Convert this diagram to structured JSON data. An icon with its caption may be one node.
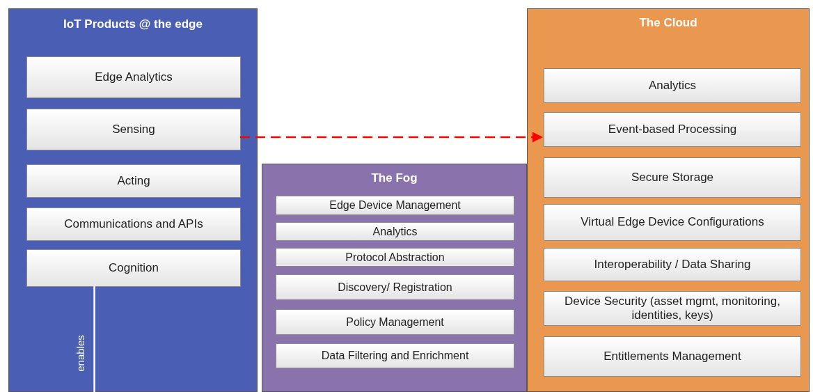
{
  "diagram": {
    "nodes": [
      {
        "text": [
          "IoT Products @ the edge"
        ]
      },
      {
        "text": [
          "Edge Analytics"
        ],
        "in": 0
      },
      {
        "text": [
          "Sensing"
        ],
        "in": 0
      },
      {
        "text": [
          "Acting"
        ],
        "in": 0
      },
      {
        "text": [
          "Communications and APIs"
        ],
        "in": 0
      },
      {
        "text": [
          "Cognition"
        ],
        "in": 0
      },
      {
        "text": [
          "The Fog"
        ]
      },
      {
        "text": [
          "Edge Device Management"
        ],
        "in": 6
      },
      {
        "text": [
          "Analytics"
        ],
        "in": 6
      },
      {
        "text": [
          "Protocol Abstraction"
        ],
        "in": 6
      },
      {
        "text": [
          "Discovery/ Registration"
        ],
        "in": 6
      },
      {
        "text": [
          "Policy Management"
        ],
        "in": 6
      },
      {
        "text": [
          "Data Filtering and Enrichment"
        ],
        "in": 6
      },
      {
        "text": [
          "The Cloud"
        ]
      },
      {
        "text": [
          "Analytics"
        ],
        "in": 13
      },
      {
        "text": [
          "Event-based Processing"
        ],
        "in": 13
      },
      {
        "text": [
          "Secure Storage"
        ],
        "in": 13
      },
      {
        "text": [
          "Virtual Edge Device Configurations"
        ],
        "in": 13
      },
      {
        "text": [
          "Interoperability / Data Sharing"
        ],
        "in": 13
      },
      {
        "text": [
          "Device Security (asset mgmt, monitoring, identities, keys)"
        ],
        "in": 13
      },
      {
        "text": [
          "Entitlements Management"
        ],
        "in": 13
      }
    ],
    "edges": [
      {
        "from": 2,
        "to": 15,
        "arrow": "to",
        "style": "dashed",
        "color": "#ff0000"
      },
      {
        "from": 5,
        "to": null,
        "arrow": "none",
        "label": "enables",
        "color": "#ffffff"
      }
    ]
  }
}
